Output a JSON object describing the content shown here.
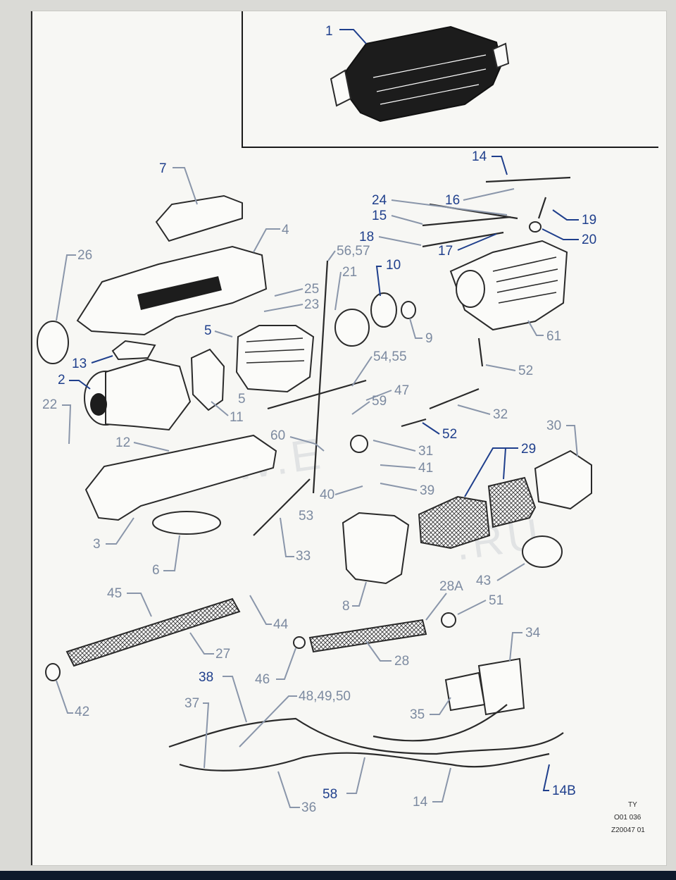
{
  "colors": {
    "label_blue": "#1f3f8c",
    "label_grey": "#7c8aa0",
    "line": "#2a2a2a"
  },
  "labels": {
    "p1": "1",
    "p2": "2",
    "p3": "3",
    "p4": "4",
    "p5a": "5",
    "p5b": "5",
    "p6": "6",
    "p7": "7",
    "p8": "8",
    "p9": "9",
    "p10": "10",
    "p11": "11",
    "p12": "12",
    "p13": "13",
    "p14a": "14",
    "p14b": "14",
    "p14B": "14B",
    "p15": "15",
    "p16": "16",
    "p17": "17",
    "p18": "18",
    "p19": "19",
    "p20": "20",
    "p21": "21",
    "p22": "22",
    "p23": "23",
    "p24": "24",
    "p25": "25",
    "p26": "26",
    "p27": "27",
    "p28": "28",
    "p28A": "28A",
    "p29": "29",
    "p30": "30",
    "p31": "31",
    "p32": "32",
    "p33": "33",
    "p34": "34",
    "p35": "35",
    "p36": "36",
    "p37": "37",
    "p38": "38",
    "p39": "39",
    "p40": "40",
    "p41": "41",
    "p42": "42",
    "p43": "43",
    "p44": "44",
    "p45": "45",
    "p46": "46",
    "p47": "47",
    "p48": "48,49,50",
    "p51": "51",
    "p52a": "52",
    "p52b": "52",
    "p53": "53",
    "p54": "54,55",
    "p56": "56,57",
    "p58": "58",
    "p59": "59",
    "p60": "60",
    "p61": "61"
  },
  "watermark": {
    "left": "WWW.E",
    "right": ".RU"
  },
  "drawing_code": {
    "line1": "TY",
    "line2": "O01 036",
    "line3": "Z20047 01"
  }
}
